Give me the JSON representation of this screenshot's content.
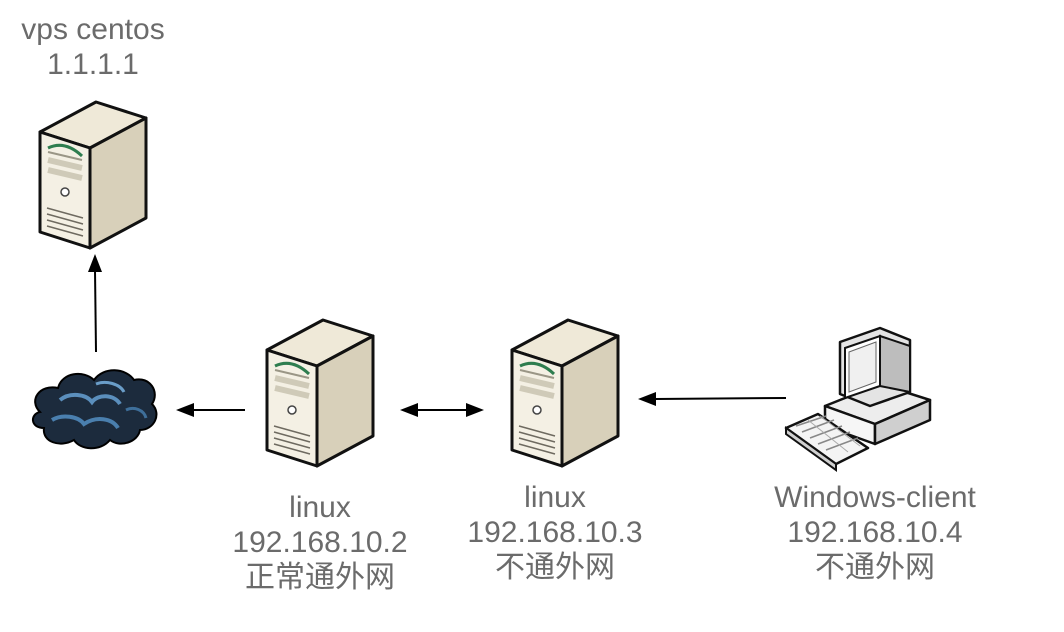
{
  "nodes": {
    "vps": {
      "name": "vps centos",
      "ip": "1.1.1.1",
      "icon": "server-icon"
    },
    "cloud": {
      "icon": "internet-cloud-icon"
    },
    "linux_gateway": {
      "name": "linux",
      "ip": "192.168.10.2",
      "status": "正常通外网",
      "icon": "server-icon"
    },
    "linux_internal": {
      "name": "linux",
      "ip": "192.168.10.3",
      "status": "不通外网",
      "icon": "server-icon"
    },
    "windows_client": {
      "name": "Windows-client",
      "ip": "192.168.10.4",
      "status": "不通外网",
      "icon": "desktop-computer-icon"
    }
  },
  "colors": {
    "label": "#6b6b6b",
    "server_body": "#f3efe2",
    "server_side": "#d9d2bd",
    "cloud_dark": "#1b2a3c",
    "cloud_light": "#4f86b6",
    "arrow": "#000000"
  }
}
